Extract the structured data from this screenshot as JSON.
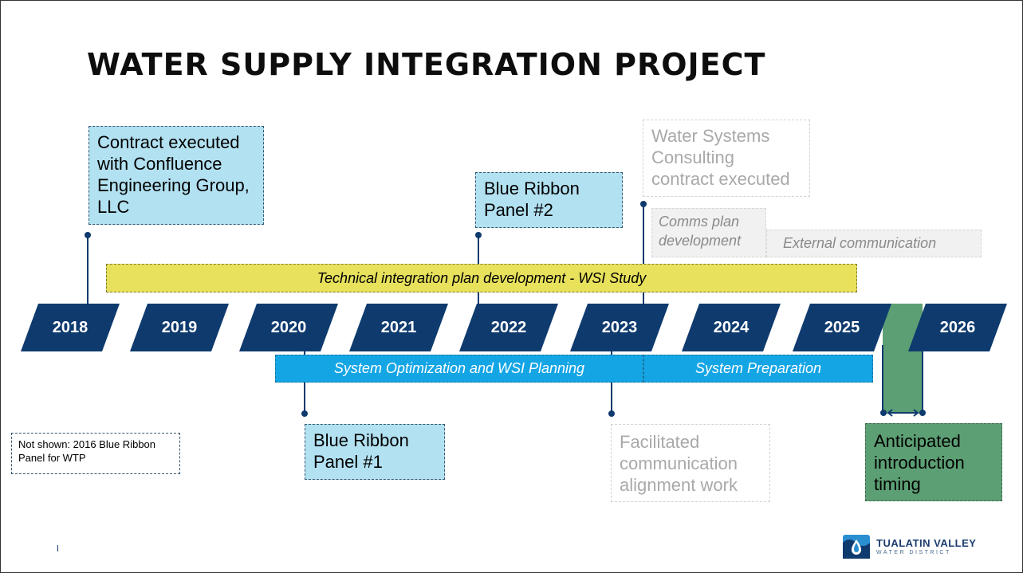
{
  "title": "WATER SUPPLY INTEGRATION PROJECT",
  "years": [
    "2018",
    "2019",
    "2020",
    "2021",
    "2022",
    "2023",
    "2024",
    "2025",
    "2026"
  ],
  "boxes": {
    "contract_confluence": "Contract executed with Confluence Engineering Group, LLC",
    "blue_ribbon_2": "Blue Ribbon Panel #2",
    "water_systems": "Water Systems Consulting contract executed",
    "comms_plan": "Comms plan development",
    "external_comm": "External communication",
    "blue_ribbon_1": "Blue Ribbon Panel #1",
    "facilitated": "Facilitated communication alignment work",
    "anticipated": "Anticipated introduction timing"
  },
  "bars": {
    "technical": "Technical integration plan development - WSI Study",
    "optimization": "System Optimization and WSI Planning",
    "preparation": "System Preparation"
  },
  "note": "Not shown: 2016 Blue Ribbon Panel for WTP",
  "logo": {
    "name": "TUALATIN VALLEY",
    "subtitle": "WATER DISTRICT",
    "icon": "water-drop-icon"
  },
  "colors": {
    "navy": "#0e3a6e",
    "light_blue": "#b2e1f1",
    "yellow": "#e8e15c",
    "bright_blue": "#14a5e5",
    "green": "#5c9f74"
  }
}
